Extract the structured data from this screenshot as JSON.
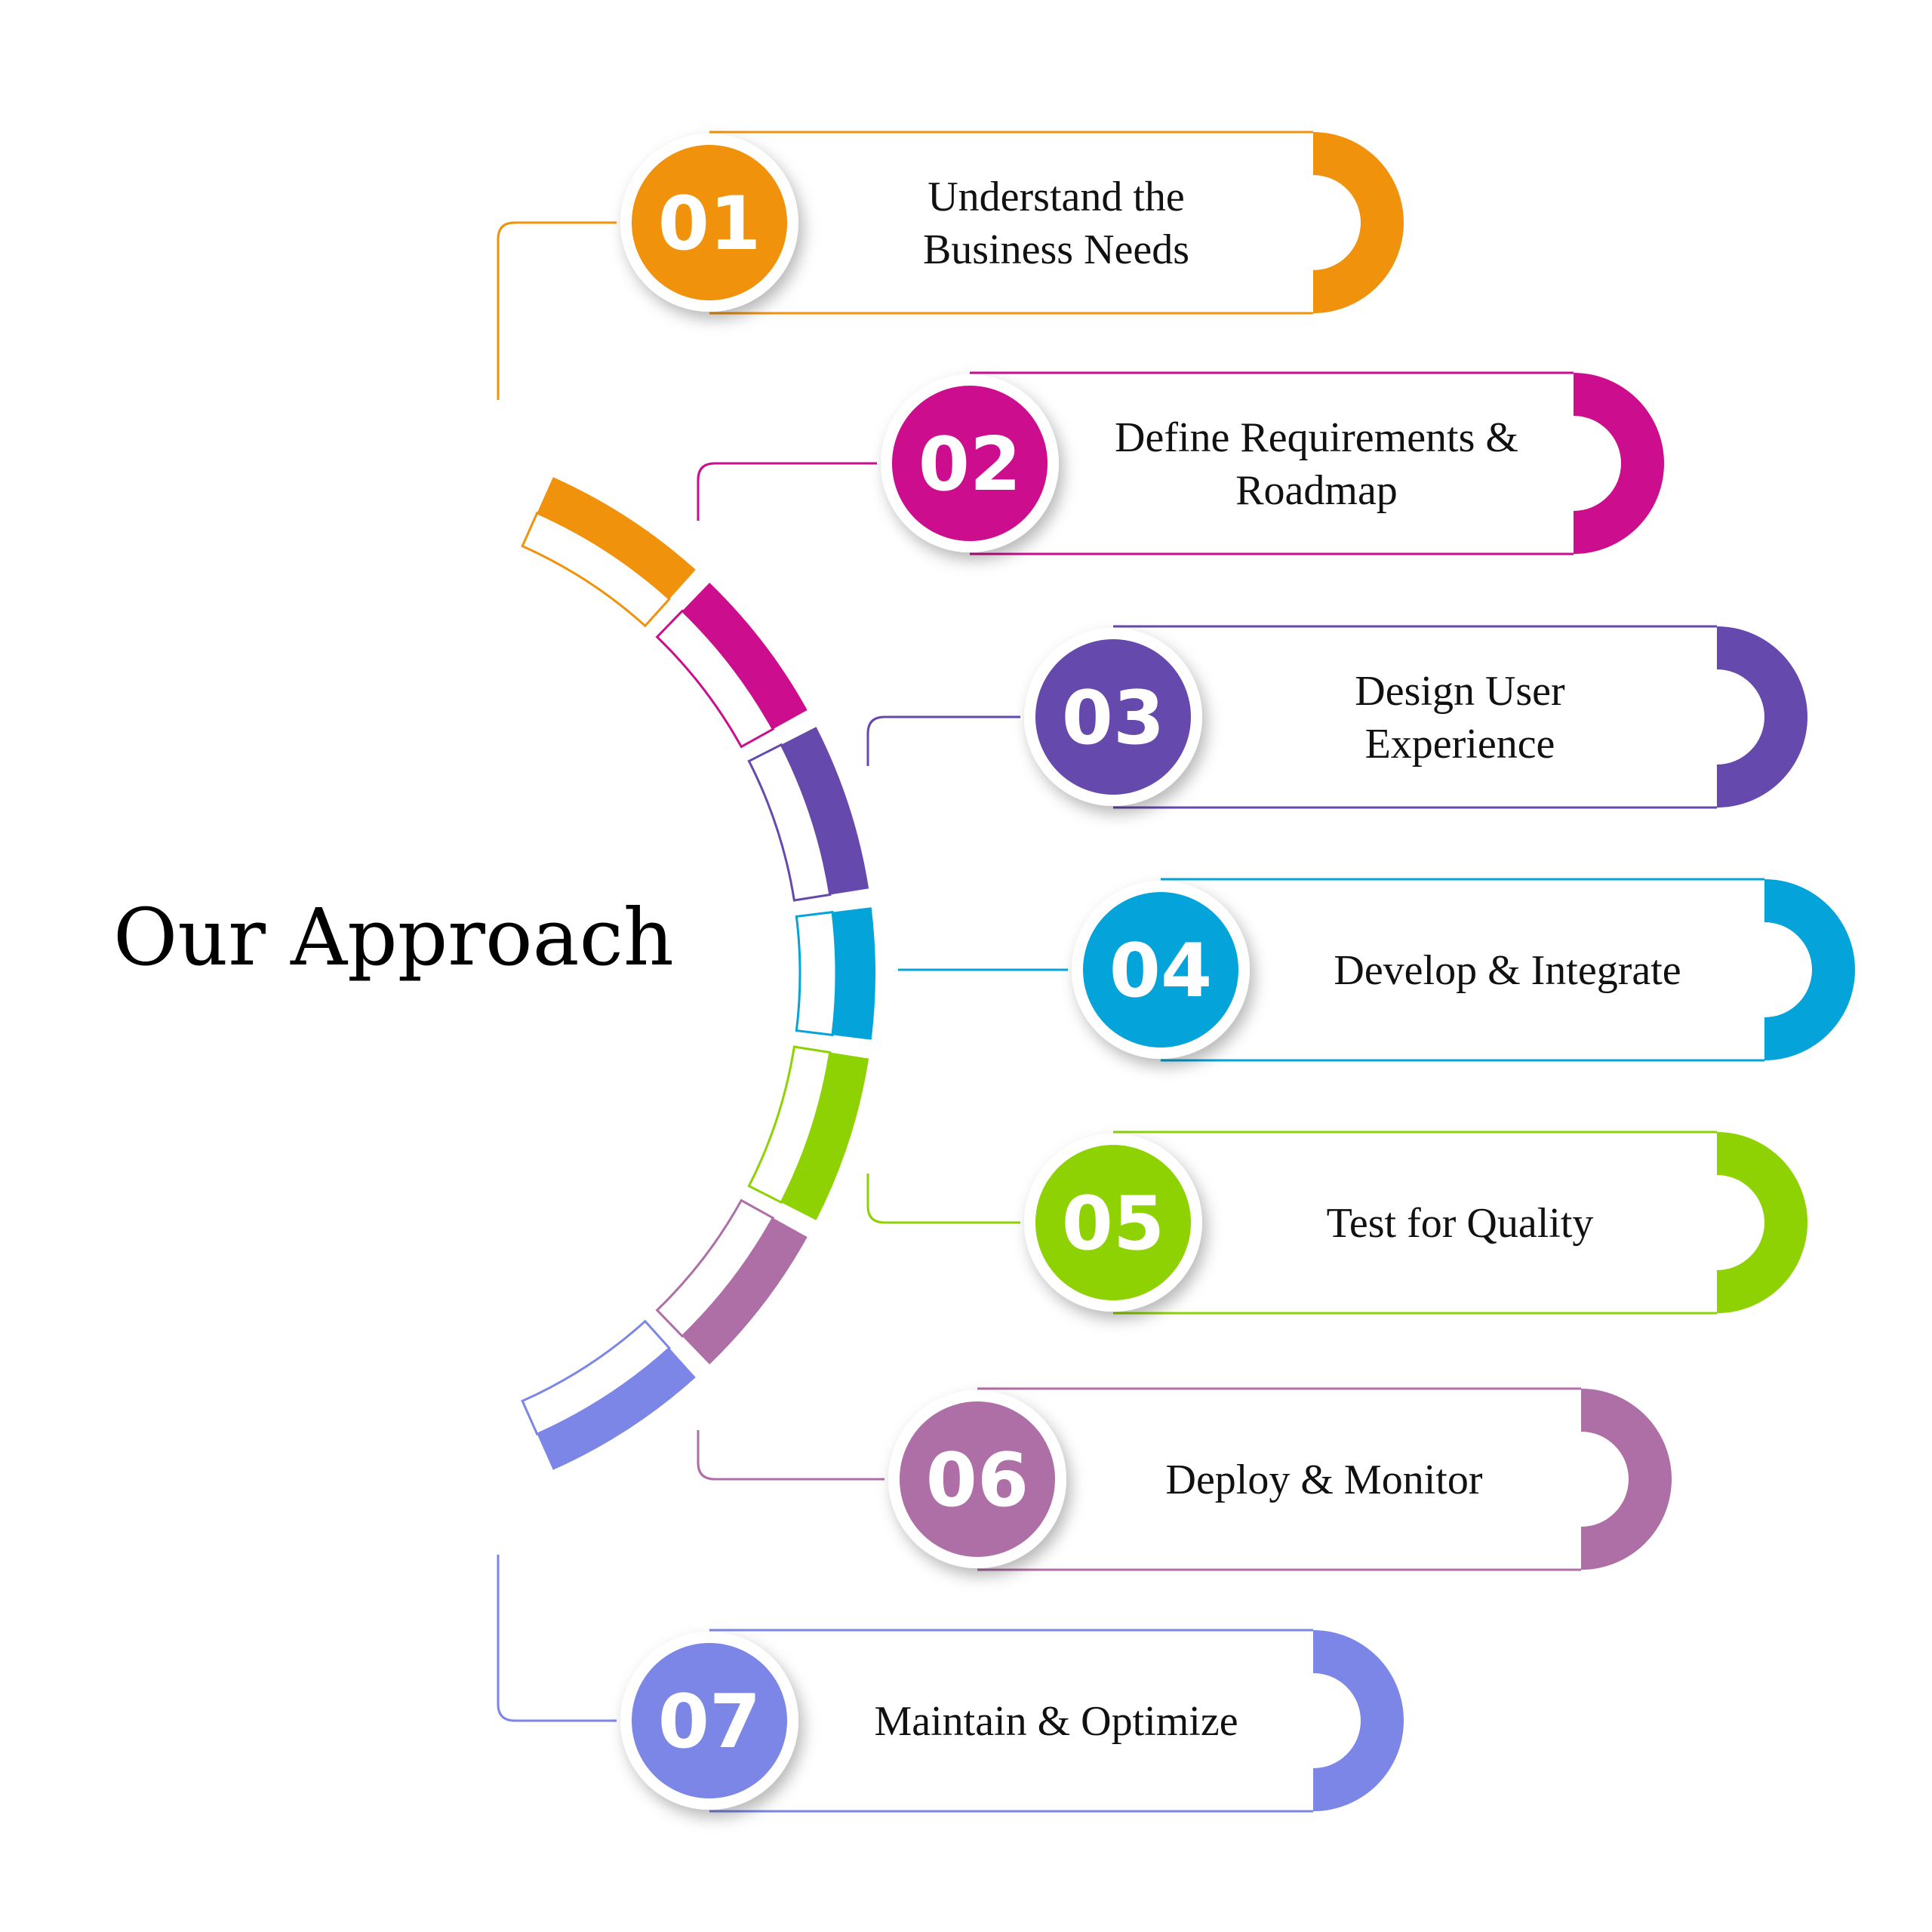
{
  "title": "Our Approach",
  "steps": [
    {
      "number": "01",
      "label_lines": [
        "Understand the",
        "Business Needs"
      ],
      "color": "#F0920C"
    },
    {
      "number": "02",
      "label_lines": [
        "Define Requirements &",
        "Roadmap"
      ],
      "color": "#CC0D8E"
    },
    {
      "number": "03",
      "label_lines": [
        "Design User",
        "Experience"
      ],
      "color": "#6549AD"
    },
    {
      "number": "04",
      "label_lines": [
        "Develop & Integrate"
      ],
      "color": "#04A4DB"
    },
    {
      "number": "05",
      "label_lines": [
        "Test for Quality"
      ],
      "color": "#8ED203"
    },
    {
      "number": "06",
      "label_lines": [
        "Deploy & Monitor"
      ],
      "color": "#AE6EA6"
    },
    {
      "number": "07",
      "label_lines": [
        "Maintain & Optimize"
      ],
      "color": "#7C86E6"
    }
  ]
}
